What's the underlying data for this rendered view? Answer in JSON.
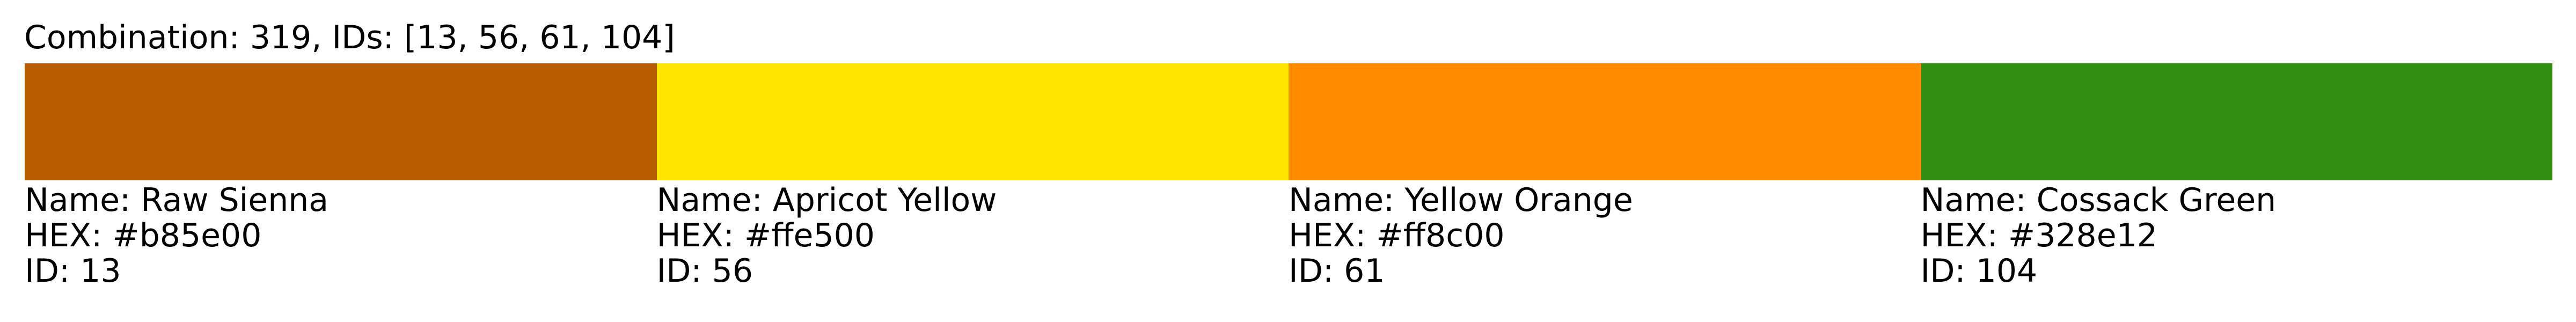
{
  "title": "Combination: 319, IDs: [13, 56, 61, 104]",
  "colors": [
    {
      "name": "Name: Raw Sienna",
      "hex": "HEX: #b85e00",
      "id": "ID: 13",
      "swatch": "#b85e00"
    },
    {
      "name": "Name: Apricot Yellow",
      "hex": "HEX: #ffe500",
      "id": "ID: 56",
      "swatch": "#ffe500"
    },
    {
      "name": "Name: Yellow Orange",
      "hex": "HEX: #ff8c00",
      "id": "ID: 61",
      "swatch": "#ff8c00"
    },
    {
      "name": "Name: Cossack Green",
      "hex": "HEX: #328e12",
      "id": "ID: 104",
      "swatch": "#328e12"
    }
  ]
}
